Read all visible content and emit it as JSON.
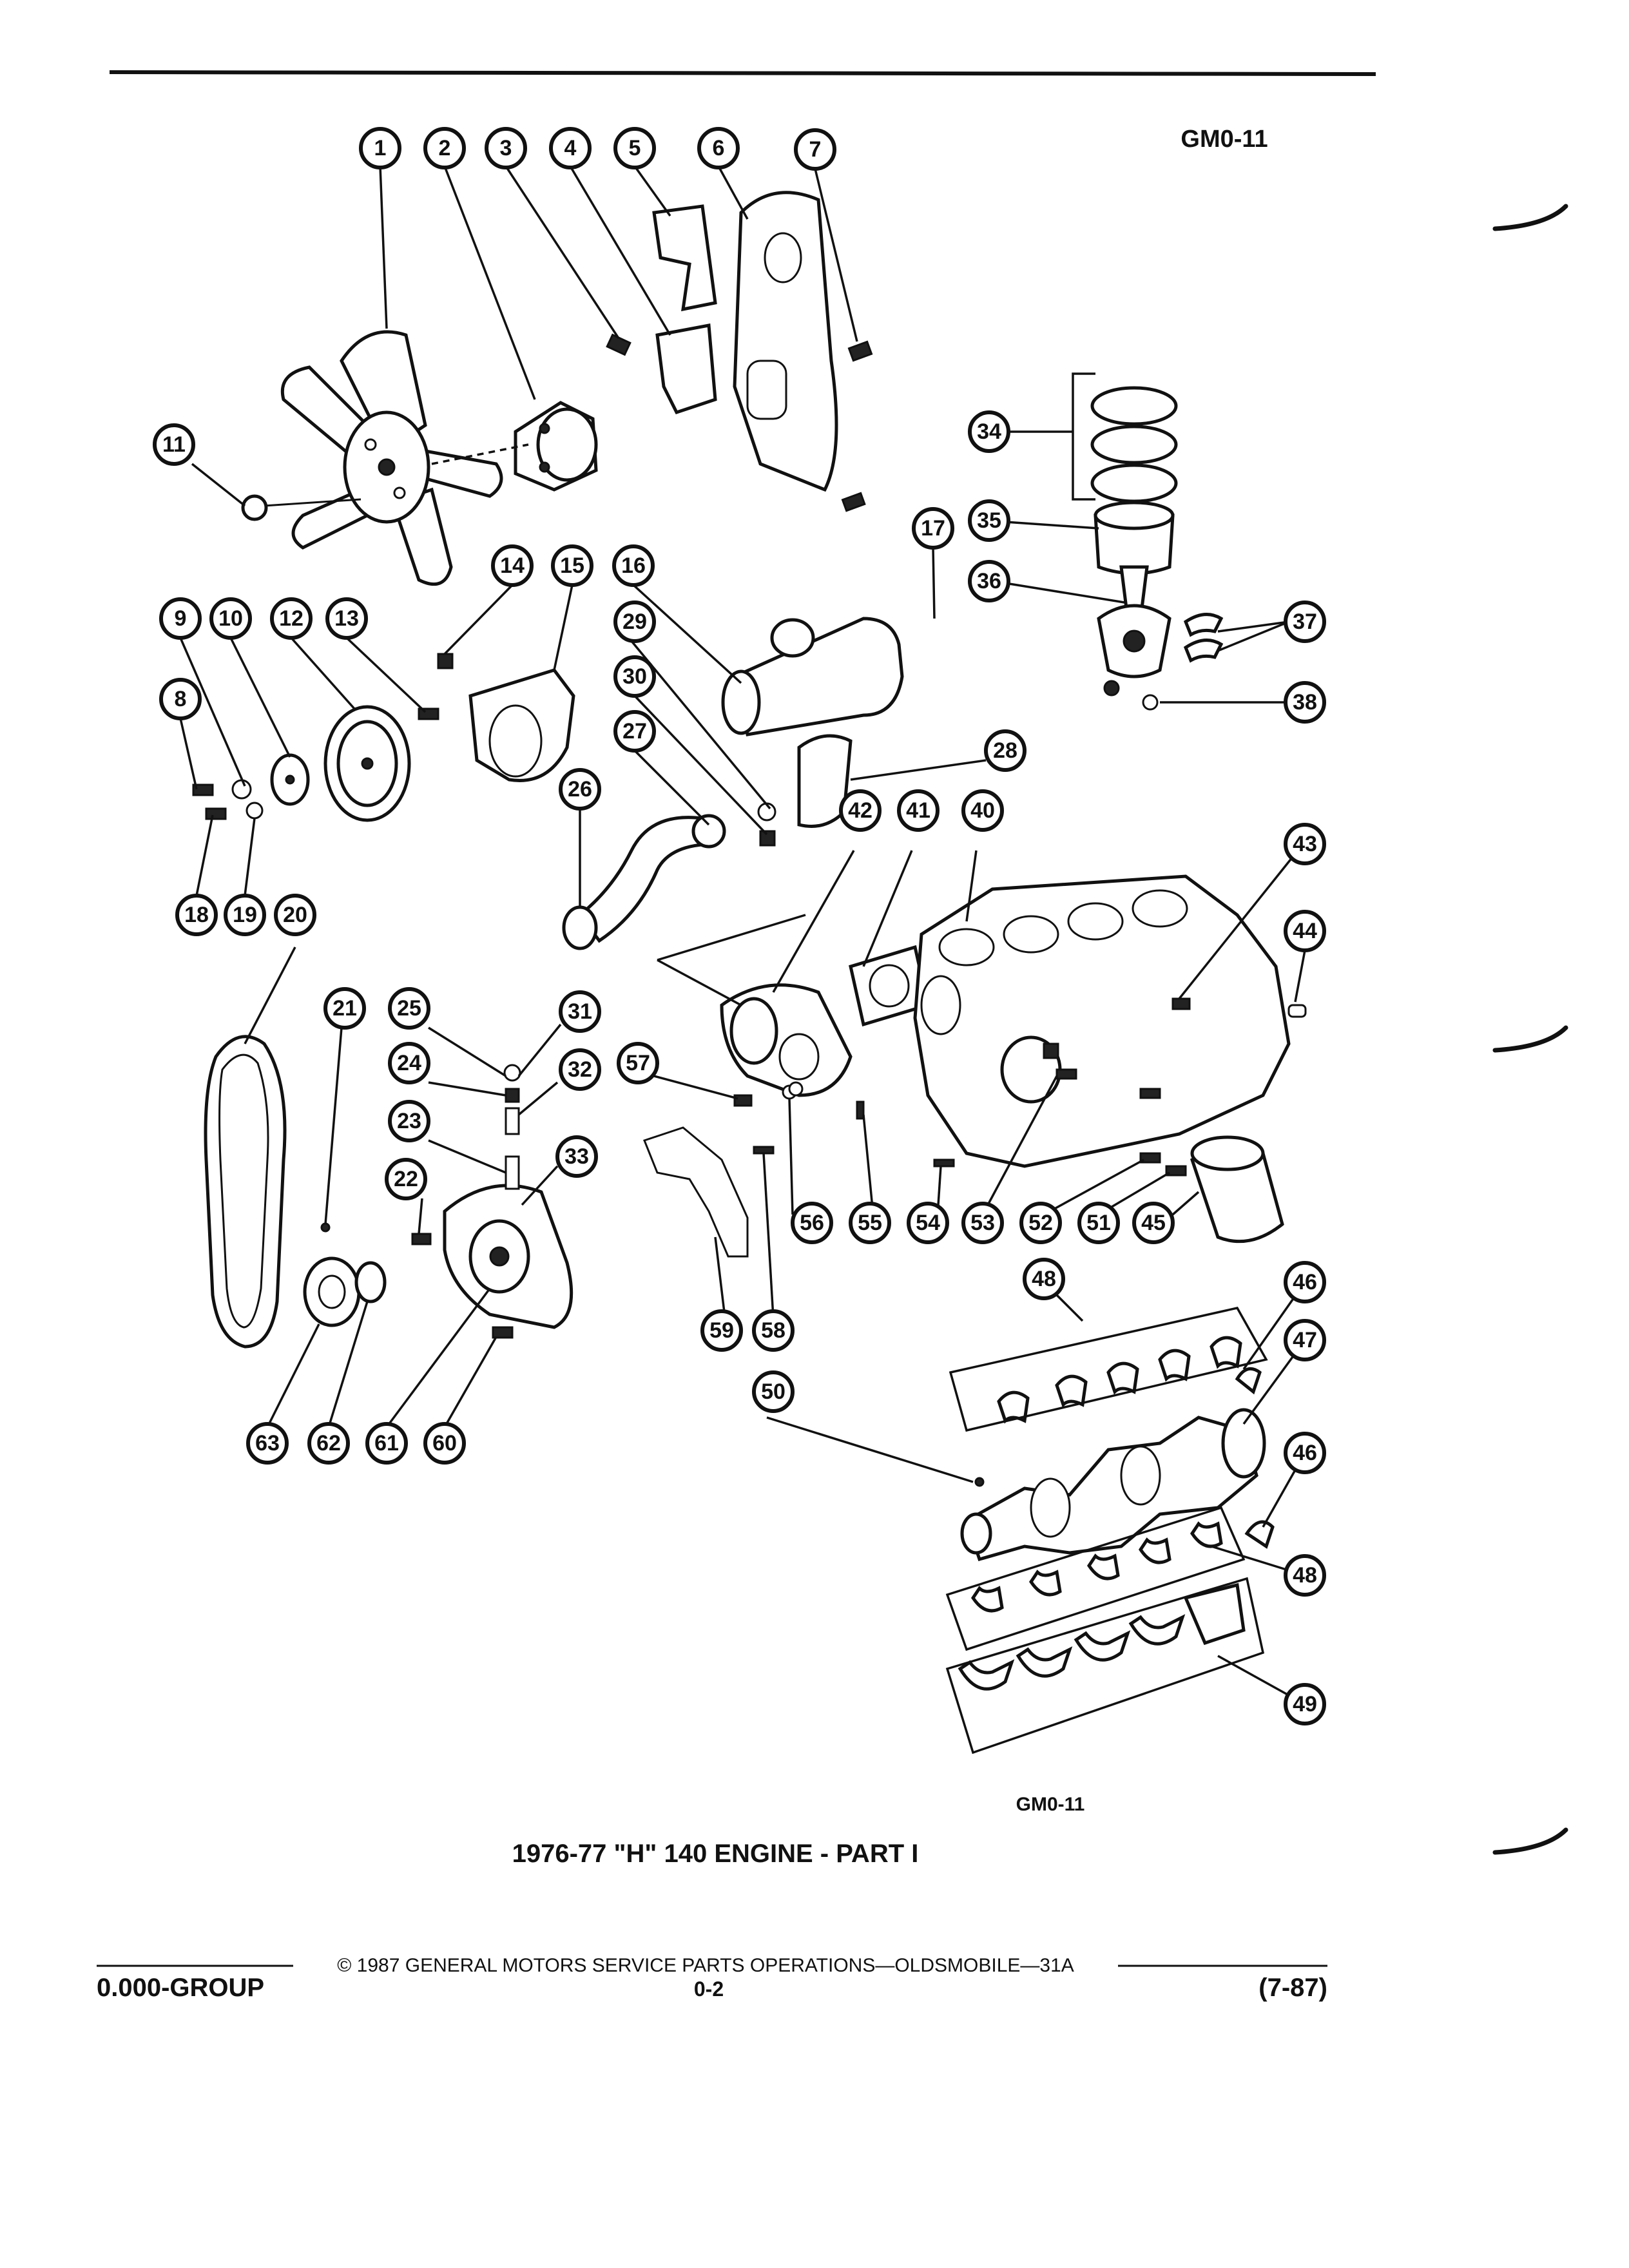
{
  "header": {
    "code": "GM0-11"
  },
  "figure": {
    "code": "GM0-11",
    "caption": "1976-77 \"H\" 140 ENGINE - PART I"
  },
  "callouts": [
    "1",
    "2",
    "3",
    "4",
    "5",
    "6",
    "7",
    "8",
    "9",
    "10",
    "11",
    "12",
    "13",
    "14",
    "15",
    "16",
    "17",
    "18",
    "19",
    "20",
    "21",
    "22",
    "23",
    "24",
    "25",
    "26",
    "27",
    "28",
    "29",
    "30",
    "31",
    "32",
    "33",
    "34",
    "35",
    "36",
    "37",
    "38",
    "40",
    "41",
    "42",
    "43",
    "44",
    "45",
    "46",
    "47",
    "48",
    "49",
    "50",
    "51",
    "52",
    "53",
    "54",
    "55",
    "56",
    "57",
    "58",
    "59",
    "60",
    "61",
    "62",
    "63"
  ],
  "footer": {
    "group": "0.000-GROUP",
    "copyright": "© 1987 GENERAL MOTORS SERVICE PARTS OPERATIONS—OLDSMOBILE—31A",
    "page": "0-2",
    "date": "(7-87)"
  }
}
